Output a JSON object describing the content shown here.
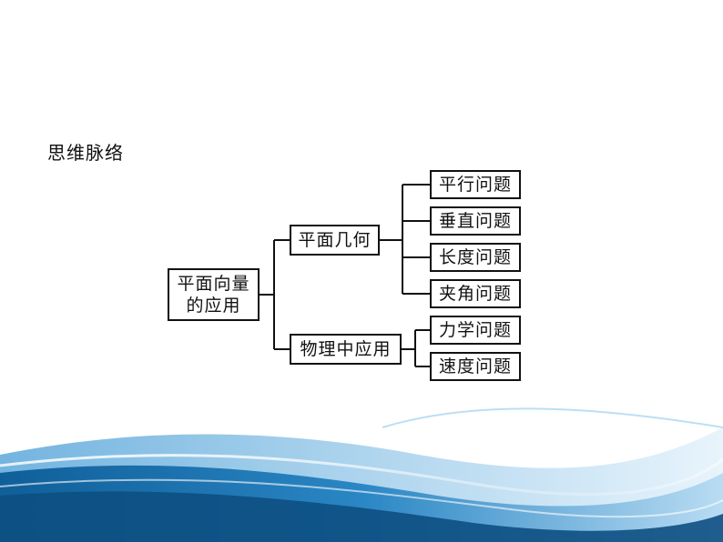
{
  "section_title": "思维脉络",
  "root": {
    "line1": "平面向量",
    "line2": "的应用"
  },
  "branches": [
    {
      "label": "平面几何",
      "children": [
        "平行问题",
        "垂直问题",
        "长度问题",
        "夹角问题"
      ]
    },
    {
      "label": "物理中应用",
      "children": [
        "力学问题",
        "速度问题"
      ]
    }
  ],
  "colors": {
    "wave_dark": "#1a6fa8",
    "wave_light": "#8fc3e6",
    "line": "#111111"
  }
}
